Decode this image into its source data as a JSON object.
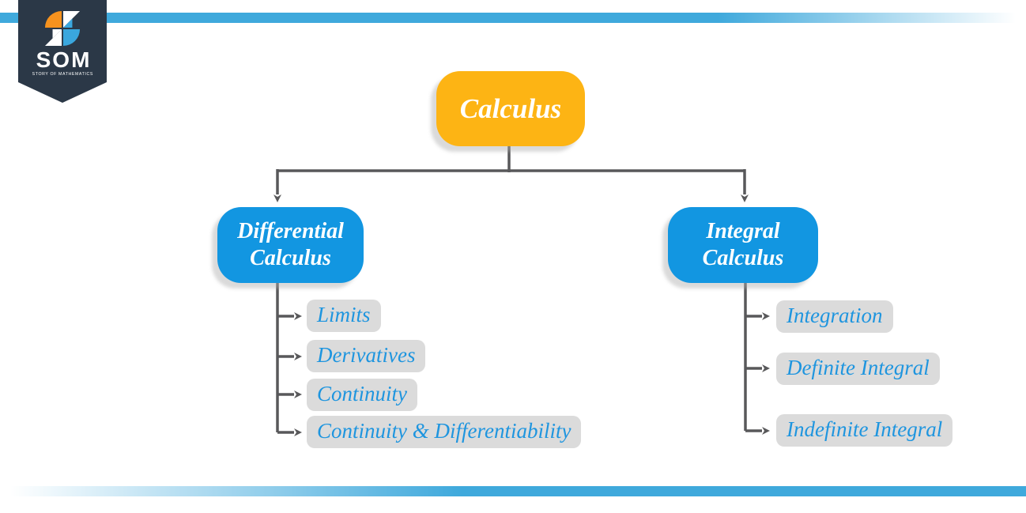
{
  "brand": {
    "logo_text": "SOM",
    "logo_tagline": "STORY OF MATHEMATICS"
  },
  "diagram": {
    "root_label": "Calculus",
    "left_branch": {
      "line1": "Differential",
      "line2": "Calculus",
      "items": [
        "Limits",
        "Derivatives",
        "Continuity",
        "Continuity & Differentiability"
      ]
    },
    "right_branch": {
      "line1": "Integral",
      "line2": "Calculus",
      "items": [
        "Integration",
        "Definite Integral",
        "Indefinite Integral"
      ]
    }
  },
  "colors": {
    "accent_bar_blue": "#3FA9DC",
    "root_node_yellow": "#FDB414",
    "branch_node_blue": "#1296E1",
    "pill_background": "#DBDBDB",
    "pill_text_blue": "#1E95DF",
    "connector_gray": "#58585A",
    "badge_navy": "#2B3847",
    "badge_orange": "#F6921E",
    "badge_blue": "#3AA7DE"
  }
}
